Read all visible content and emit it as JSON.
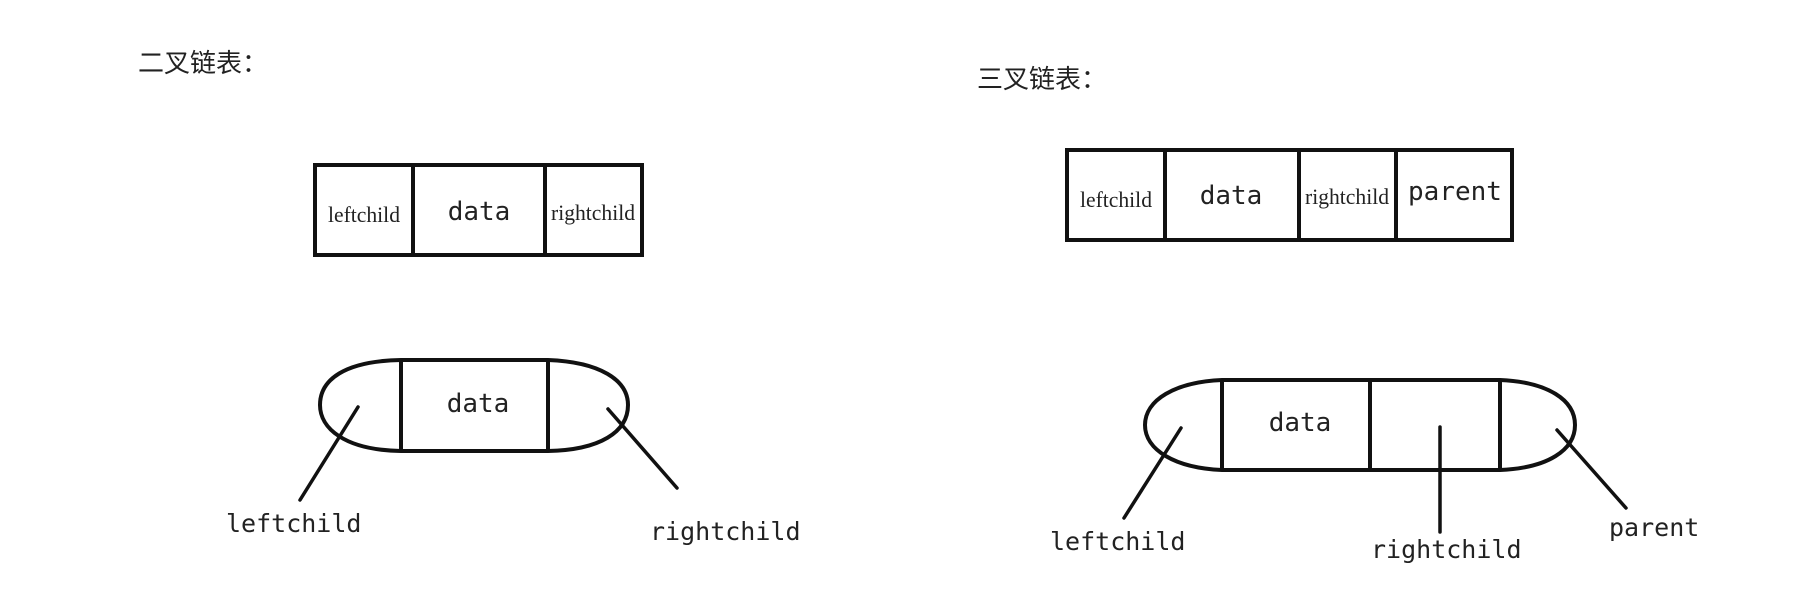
{
  "colors": {
    "stroke": "#111111",
    "text": "#222222",
    "background": "#ffffff"
  },
  "binary_list": {
    "title": "二叉链表：",
    "node_cells": [
      "leftchild",
      "data",
      "rightchild"
    ],
    "compact_node": {
      "center": "data",
      "left_pointer": "leftchild",
      "right_pointer": "rightchild"
    }
  },
  "ternary_list": {
    "title": "三叉链表：",
    "node_cells": [
      "leftchild",
      "data",
      "rightchild",
      "parent"
    ],
    "compact_node": {
      "center": "data",
      "left_pointer": "leftchild",
      "middle_pointer": "rightchild",
      "right_pointer": "parent"
    }
  }
}
